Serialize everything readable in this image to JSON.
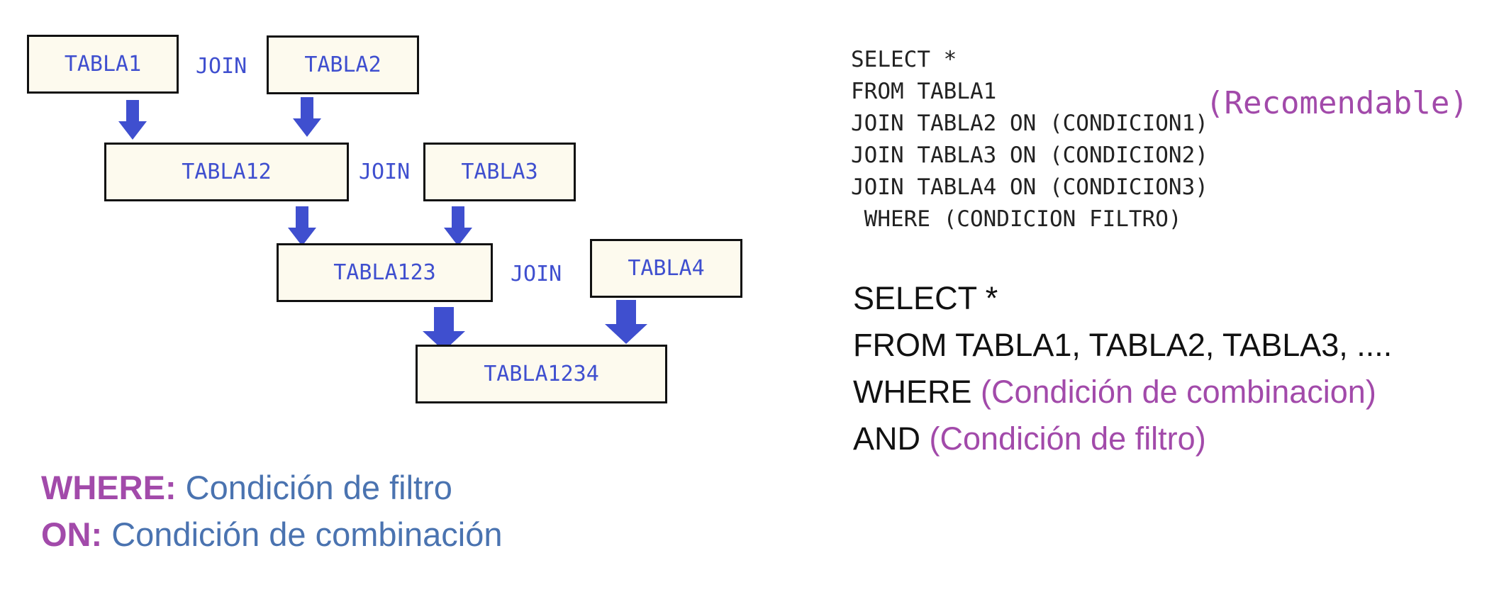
{
  "diagram": {
    "tables": {
      "t1": "TABLA1",
      "t2": "TABLA2",
      "t12": "TABLA12",
      "t3": "TABLA3",
      "t123": "TABLA123",
      "t4": "TABLA4",
      "t1234": "TABLA1234"
    },
    "join_label": "JOIN"
  },
  "sql_recommended": {
    "lines": [
      "SELECT *",
      "FROM TABLA1",
      "JOIN TABLA2 ON (CONDICION1)",
      "JOIN TABLA3 ON (CONDICION2)",
      "JOIN TABLA4 ON (CONDICION3)",
      " WHERE (CONDICION FILTRO)"
    ],
    "note": "(Recomendable)"
  },
  "sql_alternative": {
    "line1": "SELECT *",
    "line2": "FROM TABLA1, TABLA2, TABLA3, ....",
    "line3_kw": "WHERE ",
    "line3_cond": "(Condición de combinacion)",
    "line4_kw": "AND ",
    "line4_cond": "(Condición de filtro)"
  },
  "legend": {
    "where_kw": "WHERE:",
    "where_desc": " Condición de filtro",
    "on_kw": "ON:",
    "on_desc": " Condición de combinación"
  },
  "colors": {
    "box_fill": "#fdfaee",
    "table_text": "#3f4fcf",
    "arrow": "#3f4fcf",
    "highlight": "#a24aaa",
    "legend_desc": "#4a73b0"
  }
}
